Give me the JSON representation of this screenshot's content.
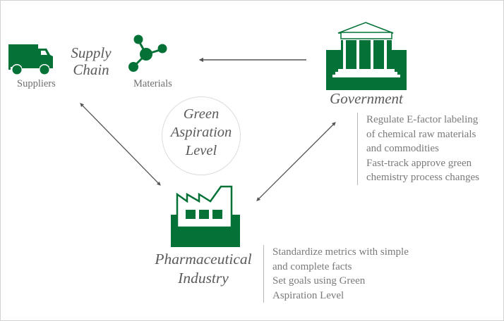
{
  "supply_chain": {
    "title_lines": [
      "Supply",
      "Chain"
    ],
    "suppliers_label": "Suppliers",
    "materials_label": "Materials",
    "suppliers_icon": "truck-icon",
    "materials_icon": "molecule-icon"
  },
  "center": {
    "lines": [
      "Green",
      "Aspiration",
      "Level"
    ]
  },
  "government": {
    "title": "Government",
    "icon": "government-building-icon",
    "notes": [
      "Regulate E-factor labeling",
      "of chemical raw materials",
      "and commodities",
      "Fast-track approve green",
      "chemistry process changes"
    ]
  },
  "industry": {
    "title_lines": [
      "Pharmaceutical",
      "Industry"
    ],
    "icon": "factory-icon",
    "notes": [
      "Standardize metrics with simple",
      "and complete facts",
      "Set goals using Green",
      "Aspiration Level"
    ]
  },
  "connections": [
    {
      "from": "government",
      "to": "supply_chain",
      "direction": "one-way"
    },
    {
      "from": "supply_chain",
      "to": "industry",
      "direction": "two-way"
    },
    {
      "from": "government",
      "to": "industry",
      "direction": "two-way"
    }
  ],
  "colors": {
    "brand_green": "#047236",
    "text_gray": "#6f6f6f",
    "arrow_gray": "#555555"
  }
}
